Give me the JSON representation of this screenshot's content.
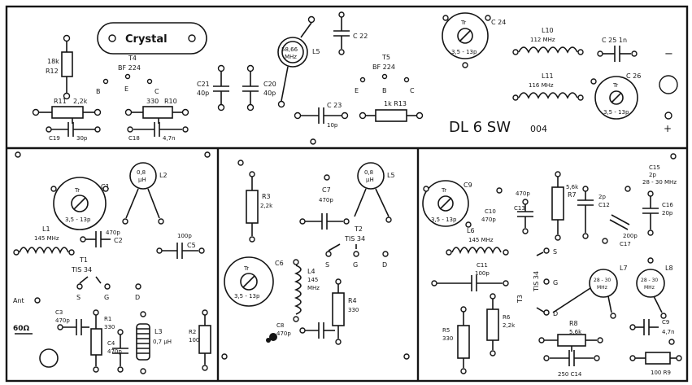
{
  "top": {
    "crystal": "Crystal",
    "t4": [
      "T4",
      "BF 224"
    ],
    "t4_pins": [
      "B",
      "E",
      "C"
    ],
    "r12": [
      "18k",
      "R12"
    ],
    "r11": [
      "R11",
      "2,2k"
    ],
    "c19": [
      "C19",
      "30p"
    ],
    "r10": [
      "330",
      "R10"
    ],
    "c18": [
      "C18",
      "4,7n"
    ],
    "c21": [
      "C21",
      "40p"
    ],
    "c20": [
      "C20",
      "40p"
    ],
    "l5": [
      "58,66",
      "MHz",
      "L5"
    ],
    "c22": "C 22",
    "t5": [
      "T5",
      "BF 224"
    ],
    "t5_pins": [
      "E",
      "B",
      "C"
    ],
    "c23": [
      "C 23",
      "10p"
    ],
    "r13": "1k R13",
    "tr_top": [
      "Tr",
      "3,5 - 13p"
    ],
    "c24": "C 24",
    "l10": [
      "L10",
      "112 MHz"
    ],
    "l11": [
      "L11",
      "116 MHz"
    ],
    "c25": "C 25  1n",
    "c26": "C 26",
    "tr_c26": [
      "Tr",
      "3,5 - 13p"
    ],
    "title": "DL 6 SW",
    "title_suffix": "004",
    "minus": "−",
    "plus": "+"
  },
  "left": {
    "tr_c1": [
      "Tr",
      "C1",
      "3,5 - 13p"
    ],
    "l2": [
      "0,8",
      "µH",
      "L2"
    ],
    "l1": [
      "L1",
      "145 MHz"
    ],
    "c2": [
      "470p",
      "C2"
    ],
    "c5": [
      "100p",
      "C5"
    ],
    "t1": [
      "T1",
      "TIS 34"
    ],
    "t1_pins": [
      "S",
      "G",
      "D"
    ],
    "ant": "Ant",
    "ohm": "60Ω",
    "c3": [
      "C3",
      "470p"
    ],
    "r1": [
      "R1",
      "330"
    ],
    "c4": [
      "C4",
      "470p"
    ],
    "l3": [
      "L3",
      "0,7 µH"
    ],
    "r2": [
      "R2",
      "100"
    ]
  },
  "middle": {
    "r3": [
      "R3",
      "2,2k"
    ],
    "c7": [
      "C7",
      "470p"
    ],
    "l5": [
      "0,8",
      "µH",
      "L5"
    ],
    "t2": [
      "T2",
      "TIS 34"
    ],
    "t2_pins": [
      "S",
      "G",
      "D"
    ],
    "c6": [
      "C6",
      "Tr",
      "3,5 - 13p"
    ],
    "l4": [
      "L4",
      "145",
      "MHz"
    ],
    "r4": [
      "R4",
      "330"
    ],
    "c8": [
      "C8",
      "470p"
    ]
  },
  "right": {
    "tr_c9": [
      "Tr",
      "C9",
      "3,5 - 13p"
    ],
    "c10": [
      "C10",
      "470p"
    ],
    "c13": [
      "470p",
      "C13"
    ],
    "r7": [
      "5,6k",
      "R7"
    ],
    "c12": [
      "2p",
      "C12"
    ],
    "c17": [
      "200p",
      "C17"
    ],
    "c15": [
      "C15",
      "2p",
      "28 - 30 MHz"
    ],
    "c16": [
      "C16",
      "20p"
    ],
    "l6": [
      "L6",
      "145 MHz"
    ],
    "c11": [
      "C11",
      "100p"
    ],
    "t3": [
      "T3",
      "TIS 34"
    ],
    "t3_pins": [
      "S",
      "G",
      "D"
    ],
    "l7": [
      "28 - 30",
      "MHz",
      "L7"
    ],
    "l8": [
      "28 - 30",
      "MHz",
      "L8"
    ],
    "r5": [
      "R5",
      "330"
    ],
    "r6": [
      "R6",
      "2,2k"
    ],
    "r8": [
      "R8",
      "5,6k"
    ],
    "c14": "250 C14",
    "c9b": [
      "C9",
      "4,7n"
    ],
    "r9": "100 R9"
  }
}
